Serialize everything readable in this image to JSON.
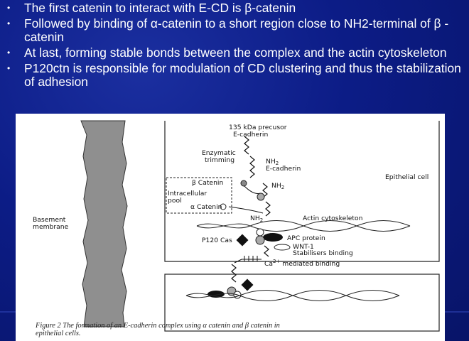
{
  "bullets": [
    "The first catenin to interact with E-CD is β-catenin",
    "Followed by binding of α-catenin to a short region close to NH2-terminal of β - catenin",
    "At last, forming stable bonds between the complex and the actin cytoskeleton",
    "P120ctn is responsible for modulation of CD clustering and thus the stabilization of adhesion"
  ],
  "figure": {
    "precursor_line1": "135 kDa precusor",
    "precursor_line2": "E-cadherin",
    "enzymatic_line1": "Enzymatic",
    "enzymatic_line2": "trimming",
    "nh2_top": "NH",
    "nh2_sub": "2",
    "ecad_label": "E-cadherin",
    "beta_catenin": "β Catenin",
    "alpha_catenin": "α Catenin",
    "intracellular_line1": "Intracellular",
    "intracellular_line2": "pool",
    "nh2_mid": "NH",
    "nh2_low": "NH",
    "actin": "Actin cytoskeleton",
    "epithelial": "Epithelial cell",
    "basement_line1": "Basement",
    "basement_line2": "membrane",
    "apc": "APC protein",
    "p120": "P120 Cas",
    "wnt_line1": "WNT-1",
    "wnt_line2": "Stabilisers binding",
    "ca_binding_pre": "Ca",
    "ca_binding_sup": "2+",
    "ca_binding_post": " mediated binding",
    "caption_line1": "Figure 2     The formation of an E-cadherin complex using α catenin and β catenin in",
    "caption_line2": "epithelial cells."
  }
}
